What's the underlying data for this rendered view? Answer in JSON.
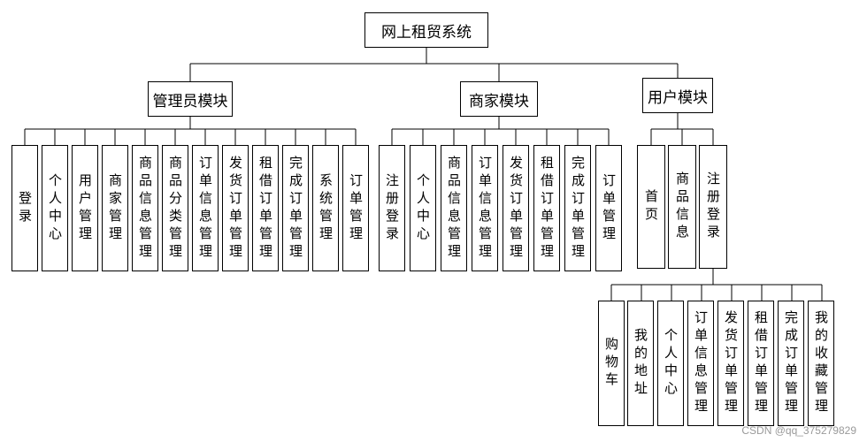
{
  "root": {
    "label": "网上租贸系统"
  },
  "modules": [
    {
      "label": "管理员模块",
      "children": [
        "登录",
        "个人中心",
        "用户管理",
        "商家管理",
        "商品信息管理",
        "商品分类管理",
        "订单信息管理",
        "发货订单管理",
        "租借订单管理",
        "完成订单管理",
        "系统管理",
        "订单管理"
      ]
    },
    {
      "label": "商家模块",
      "children": [
        "注册登录",
        "个人中心",
        "商品信息管理",
        "订单信息管理",
        "发货订单管理",
        "租借订单管理",
        "完成订单管理",
        "订单管理"
      ]
    },
    {
      "label": "用户模块",
      "children": [
        "首页",
        "商品信息",
        "注册登录"
      ]
    }
  ],
  "sub_children": [
    "购物车",
    "我的地址",
    "个人中心",
    "订单信息管理",
    "发货订单管理",
    "租借订单管理",
    "完成订单管理",
    "我的收藏管理"
  ],
  "watermark": "CSDN @qq_375279829"
}
